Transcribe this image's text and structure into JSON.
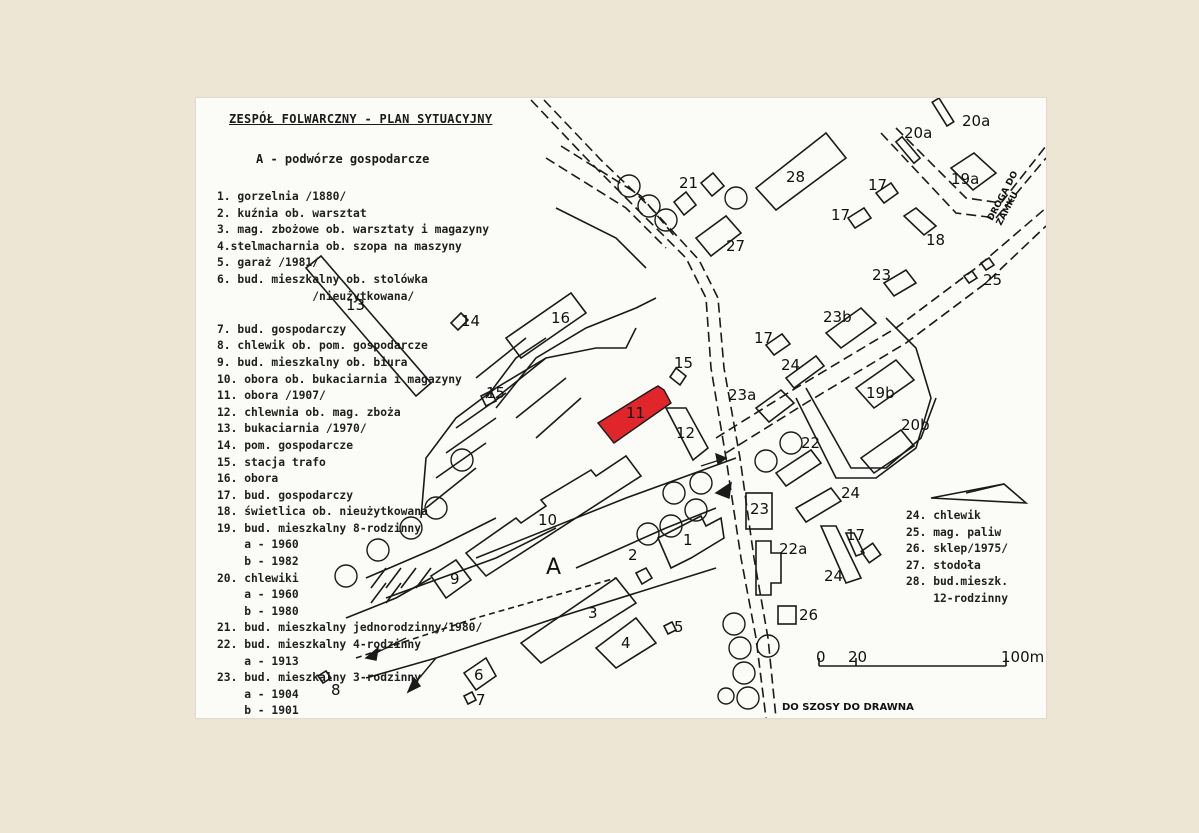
{
  "title": "ZESPÓŁ FOLWARCZNY - PLAN SYTUACYJNY",
  "subtitle": "A - podwórze gospodarcze",
  "legend_left": [
    "1. gorzelnia /1880/",
    "2. kuźnia ob. warsztat",
    "3. mag. zbożowe ob. warsztaty i magazyny",
    "4.stelmacharnia ob. szopa na maszyny",
    "5. garaż /1981/",
    "6. bud. mieszkalny ob. stolówka",
    "              /nieużytkowana/",
    "",
    "7. bud. gospodarczy",
    "8. chlewik ob. pom. gospodarcze",
    "9. bud. mieszkalny ob. biura",
    "10. obora ob. bukaciarnia i magazyny",
    "11. obora /1907/",
    "12. chlewnia ob. mag. zboża",
    "13. bukaciarnia /1970/",
    "14. pom. gospodarcze",
    "15. stacja trafo",
    "16. obora",
    "17. bud. gospodarczy",
    "18. świetlica ob. nieużytkowana",
    "19. bud. mieszkalny 8-rodzinny",
    "    a - 1960",
    "    b - 1982",
    "20. chlewiki",
    "    a - 1960",
    "    b - 1980",
    "21. bud. mieszkalny jednorodzinny/1980/",
    "22. bud. mieszkalny 4-rodzinny",
    "    a - 1913",
    "23. bud. mieszkalny 3-rodzinny",
    "    a - 1904",
    "    b - 1901"
  ],
  "legend_right": [
    "24. chlewik",
    "25. mag. paliw",
    "26. sklep/1975/",
    "27. stodoła",
    "28. bud.mieszk.",
    "    12-rodzinny"
  ],
  "notes": {
    "road_top": "DROGA DO ZAMKU",
    "road_bottom": "DO SZOSY DO DRAWNA"
  },
  "scale": {
    "ticks": [
      "0",
      "20",
      "100m"
    ]
  },
  "courtyard_label": "A",
  "building_labels": [
    "1",
    "2",
    "3",
    "4",
    "5",
    "6",
    "7",
    "8",
    "9",
    "10",
    "11",
    "12",
    "13",
    "14",
    "15",
    "15",
    "16",
    "17",
    "17",
    "17",
    "17",
    "18",
    "19a",
    "19b",
    "20a",
    "20a",
    "20b",
    "21",
    "22",
    "22a",
    "23",
    "23",
    "23a",
    "23b",
    "24",
    "24",
    "24",
    "25",
    "26",
    "27",
    "28"
  ],
  "colors": {
    "paper": "#ede6d4",
    "sheet": "#fbfbf8",
    "highlight": "#e0262b",
    "ink": "#1a1a1a"
  }
}
